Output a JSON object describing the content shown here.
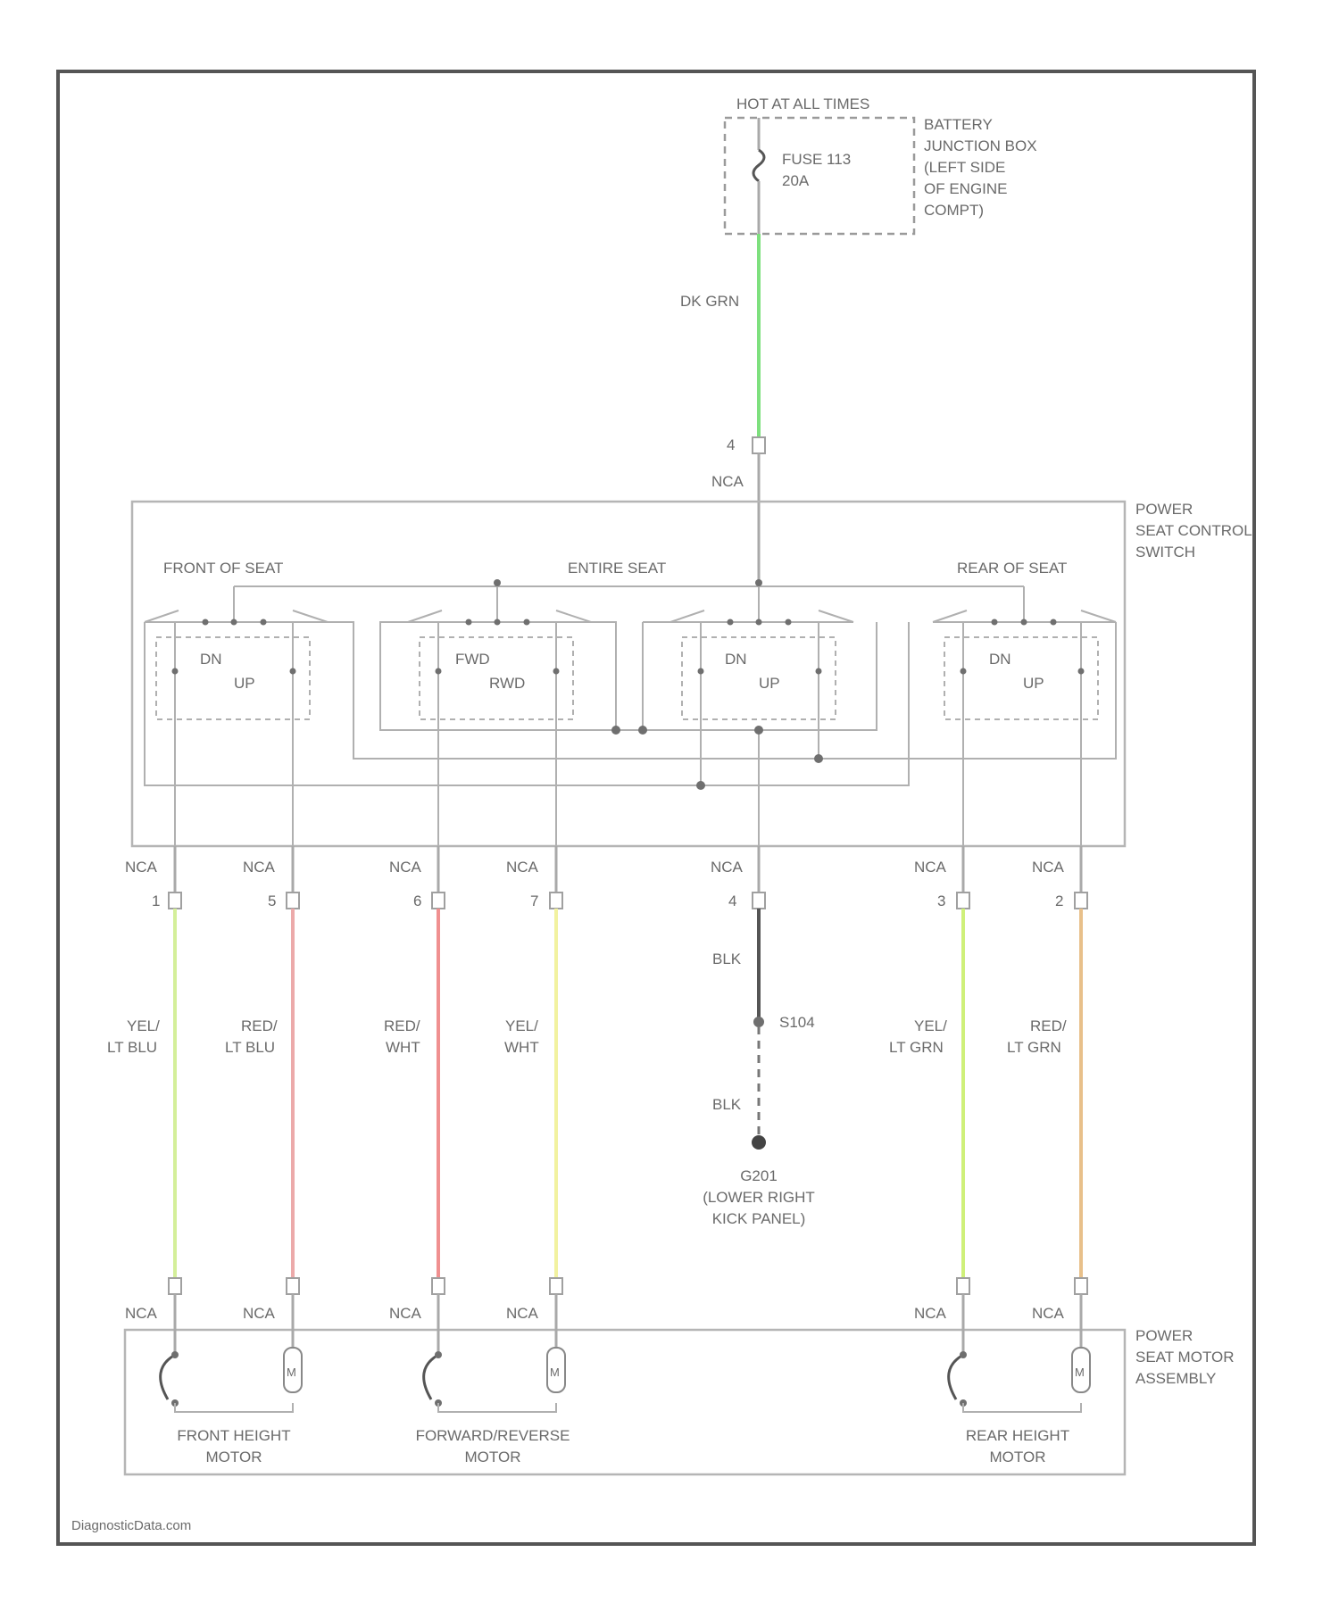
{
  "title_power": "HOT AT ALL TIMES",
  "fuse": {
    "line1": "FUSE 113",
    "line2": "20A"
  },
  "junction_box": [
    "BATTERY",
    "JUNCTION BOX",
    "(LEFT SIDE",
    "OF ENGINE",
    "COMPT)"
  ],
  "feed_wire": {
    "label": "DK GRN",
    "color": "#7ee07e"
  },
  "feed_pin": "4",
  "nca": "NCA",
  "switch_name": [
    "POWER",
    "SEAT CONTROL",
    "SWITCH"
  ],
  "sections": {
    "front": "FRONT OF SEAT",
    "entire": "ENTIRE SEAT",
    "rear": "REAR OF SEAT"
  },
  "switch_labels": [
    {
      "top": "DN",
      "bottom": "UP"
    },
    {
      "top": "FWD",
      "bottom": "RWD"
    },
    {
      "top": "DN",
      "bottom": "UP"
    },
    {
      "top": "DN",
      "bottom": "UP"
    }
  ],
  "output_wires": [
    {
      "pin": "1",
      "label": [
        "YEL/",
        "LT BLU"
      ],
      "color": "#d4ef9a"
    },
    {
      "pin": "5",
      "label": [
        "RED/",
        "LT BLU"
      ],
      "color": "#ecaaaa"
    },
    {
      "pin": "6",
      "label": [
        "RED/",
        "WHT"
      ],
      "color": "#f09090"
    },
    {
      "pin": "7",
      "label": [
        "YEL/",
        "WHT"
      ],
      "color": "#f2f2a0"
    },
    {
      "pin": "3",
      "label": [
        "YEL/",
        "LT GRN"
      ],
      "color": "#cff07a"
    },
    {
      "pin": "2",
      "label": [
        "RED/",
        "LT GRN"
      ],
      "color": "#e8c08a"
    }
  ],
  "ground": {
    "pin": "4",
    "wire_label": "BLK",
    "splice": "S104",
    "wire_label2": "BLK",
    "location": [
      "G201",
      "(LOWER RIGHT",
      "KICK PANEL)"
    ]
  },
  "motor_assembly": [
    "POWER",
    "SEAT MOTOR",
    "ASSEMBLY"
  ],
  "motors": [
    {
      "name": [
        "FRONT HEIGHT",
        "MOTOR"
      ]
    },
    {
      "name": [
        "FORWARD/REVERSE",
        "MOTOR"
      ]
    },
    {
      "name": [
        "REAR HEIGHT",
        "MOTOR"
      ]
    }
  ],
  "watermark": "DiagnosticData.com"
}
